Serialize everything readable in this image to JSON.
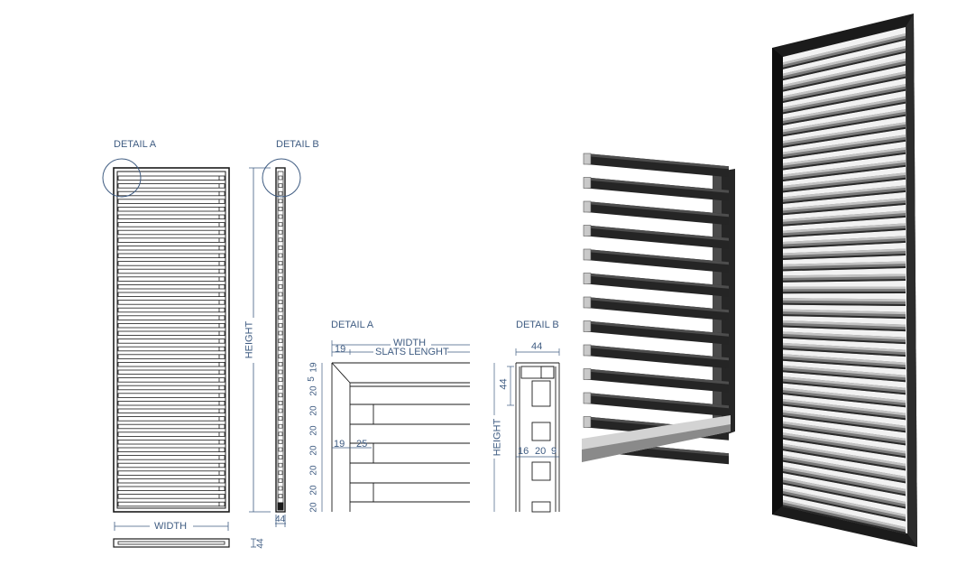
{
  "labels": {
    "detail_a_top": "DETAIL A",
    "detail_b_top": "DETAIL B",
    "height": "HEIGHT",
    "width": "WIDTH",
    "depth_side": "44",
    "depth_bottom": "44",
    "detail_a_title": "DETAIL A",
    "detail_b_title": "DETAIL B",
    "detail_a_width": "WIDTH",
    "detail_a_slats_length": "SLATS LENGHT",
    "detail_a_frame": "19",
    "detail_a_vertical_dims": [
      "19",
      "5",
      "20",
      "20",
      "20",
      "20",
      "20",
      "20",
      "20"
    ],
    "detail_a_inner_frame": "19",
    "detail_a_inner_slat": "25",
    "detail_b_width": "44",
    "detail_b_slat_depth": "44",
    "detail_b_height": "HEIGHT",
    "detail_b_bottom_a": "16",
    "detail_b_bottom_b": "20",
    "detail_b_bottom_c": "9"
  },
  "colors": {
    "annotation": "#3f5c82",
    "frame": "#1a1a1a",
    "slat_dark": "#222222",
    "slat_light": "#b9b9b9",
    "slat_mid": "#6f6f6f"
  }
}
